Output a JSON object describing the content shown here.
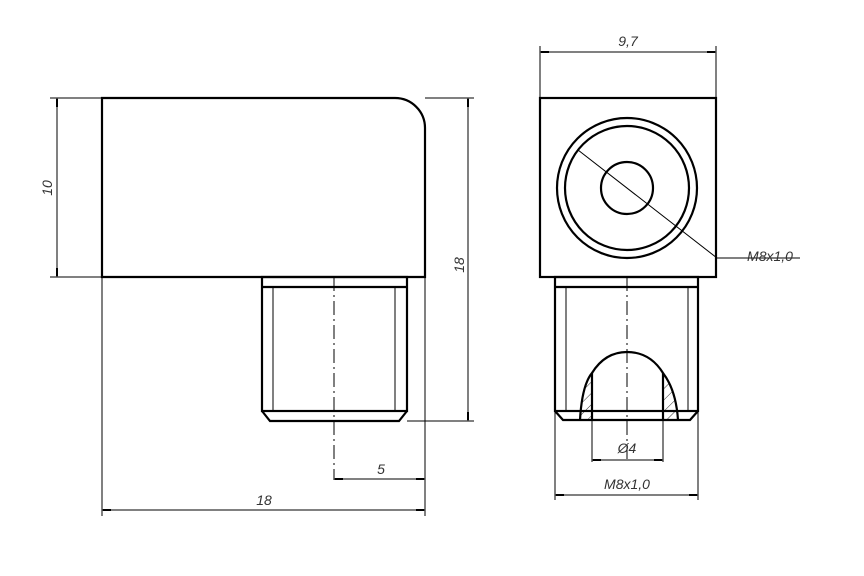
{
  "front_view": {
    "height_body": "10",
    "height_total": "18",
    "offset": "5",
    "width_total": "18"
  },
  "side_view": {
    "width": "9,7",
    "thread_callout": "M8x1,0",
    "bore_diameter": "Ø4",
    "thread_bottom": "M8x1,0"
  }
}
